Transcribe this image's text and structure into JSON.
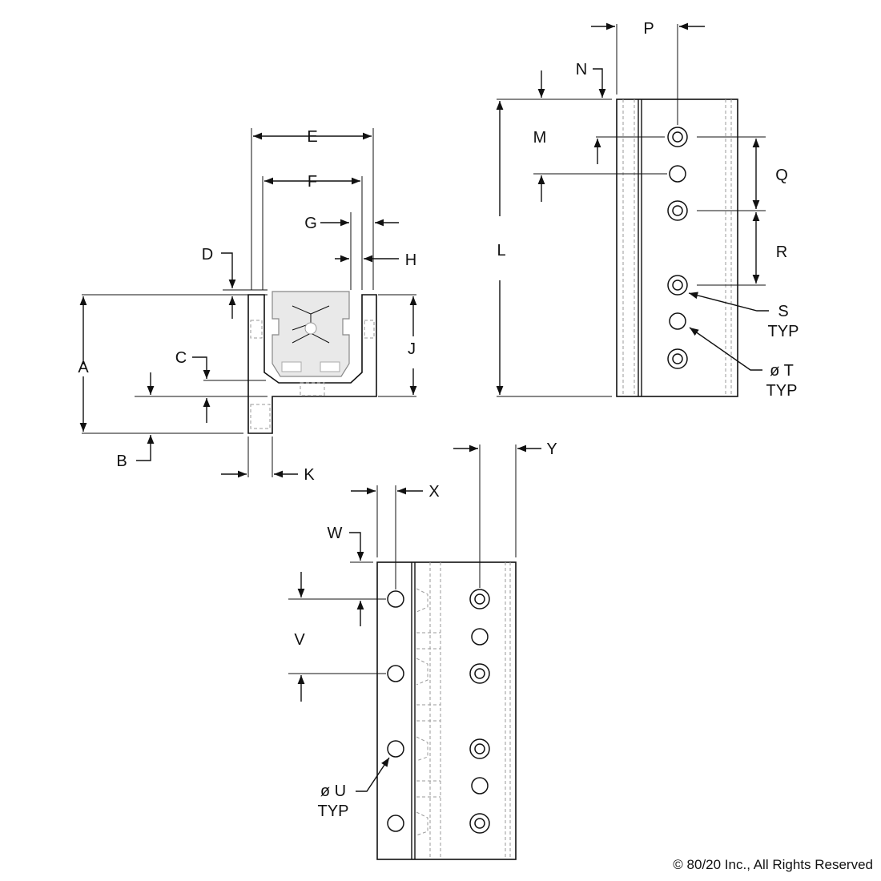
{
  "labels": {
    "A": "A",
    "B": "B",
    "C": "C",
    "D": "D",
    "E": "E",
    "F": "F",
    "G": "G",
    "H": "H",
    "J": "J",
    "K": "K",
    "L": "L",
    "M": "M",
    "N": "N",
    "P": "P",
    "Q": "Q",
    "R": "R",
    "S": "S",
    "S_typ": "TYP",
    "T": "ø T",
    "T_typ": "TYP",
    "U": "ø U",
    "U_typ": "TYP",
    "V": "V",
    "W": "W",
    "X": "X",
    "Y": "Y"
  },
  "copyright": "© 80/20 Inc., All Rights Reserved"
}
